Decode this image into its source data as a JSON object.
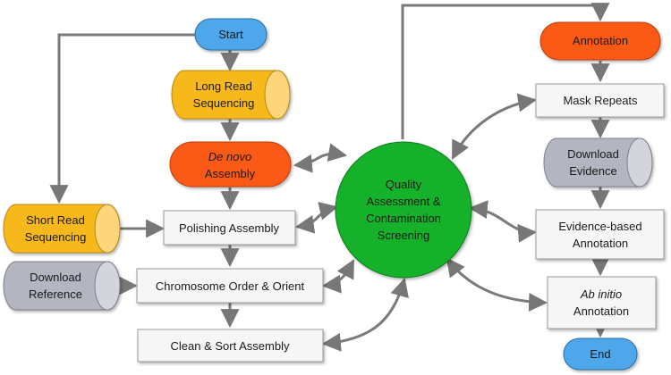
{
  "nodes": {
    "start": "Start",
    "long_read": [
      "Long Read",
      "Sequencing"
    ],
    "de_novo": [
      "De novo",
      "Assembly"
    ],
    "short_read": [
      "Short Read",
      "Sequencing"
    ],
    "polishing": "Polishing Assembly",
    "download_reference": [
      "Download",
      "Reference"
    ],
    "chromosome": "Chromosome Order & Orient",
    "clean_sort": "Clean & Sort Assembly",
    "qa": [
      "Quality",
      "Assessment &",
      "Contamination",
      "Screening"
    ],
    "annotation": "Annotation",
    "mask_repeats": "Mask Repeats",
    "download_evidence": [
      "Download",
      "Evidence"
    ],
    "evidence_annotation": [
      "Evidence-based",
      "Annotation"
    ],
    "ab_initio": [
      "Ab initio",
      "Annotation"
    ],
    "end": "End"
  },
  "colors": {
    "blue": "#4ea7ea",
    "yellow": "#f7b81a",
    "orange": "#fb5a12",
    "green": "#17b12b",
    "gray": "#b3b5c0",
    "box": "#f6f6f6",
    "line": "#7a7a7a"
  }
}
